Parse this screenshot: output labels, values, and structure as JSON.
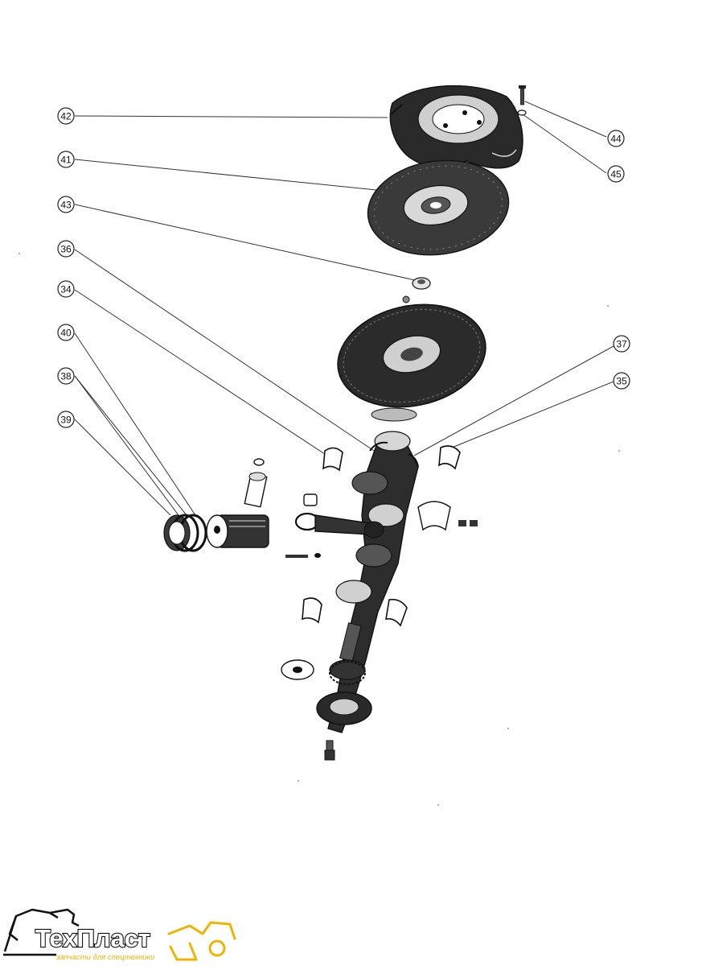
{
  "callouts": [
    {
      "id": "42",
      "label": "42"
    },
    {
      "id": "41",
      "label": "41"
    },
    {
      "id": "43",
      "label": "43"
    },
    {
      "id": "36",
      "label": "36"
    },
    {
      "id": "34",
      "label": "34"
    },
    {
      "id": "40",
      "label": "40"
    },
    {
      "id": "38",
      "label": "38"
    },
    {
      "id": "39",
      "label": "39"
    },
    {
      "id": "44",
      "label": "44"
    },
    {
      "id": "45",
      "label": "45"
    },
    {
      "id": "37",
      "label": "37"
    },
    {
      "id": "35",
      "label": "35"
    }
  ],
  "logo": {
    "brand": "ТехПласт",
    "tagline": "запчасти для спецтехники",
    "accent": "#f0b400",
    "outline": "#111111"
  }
}
